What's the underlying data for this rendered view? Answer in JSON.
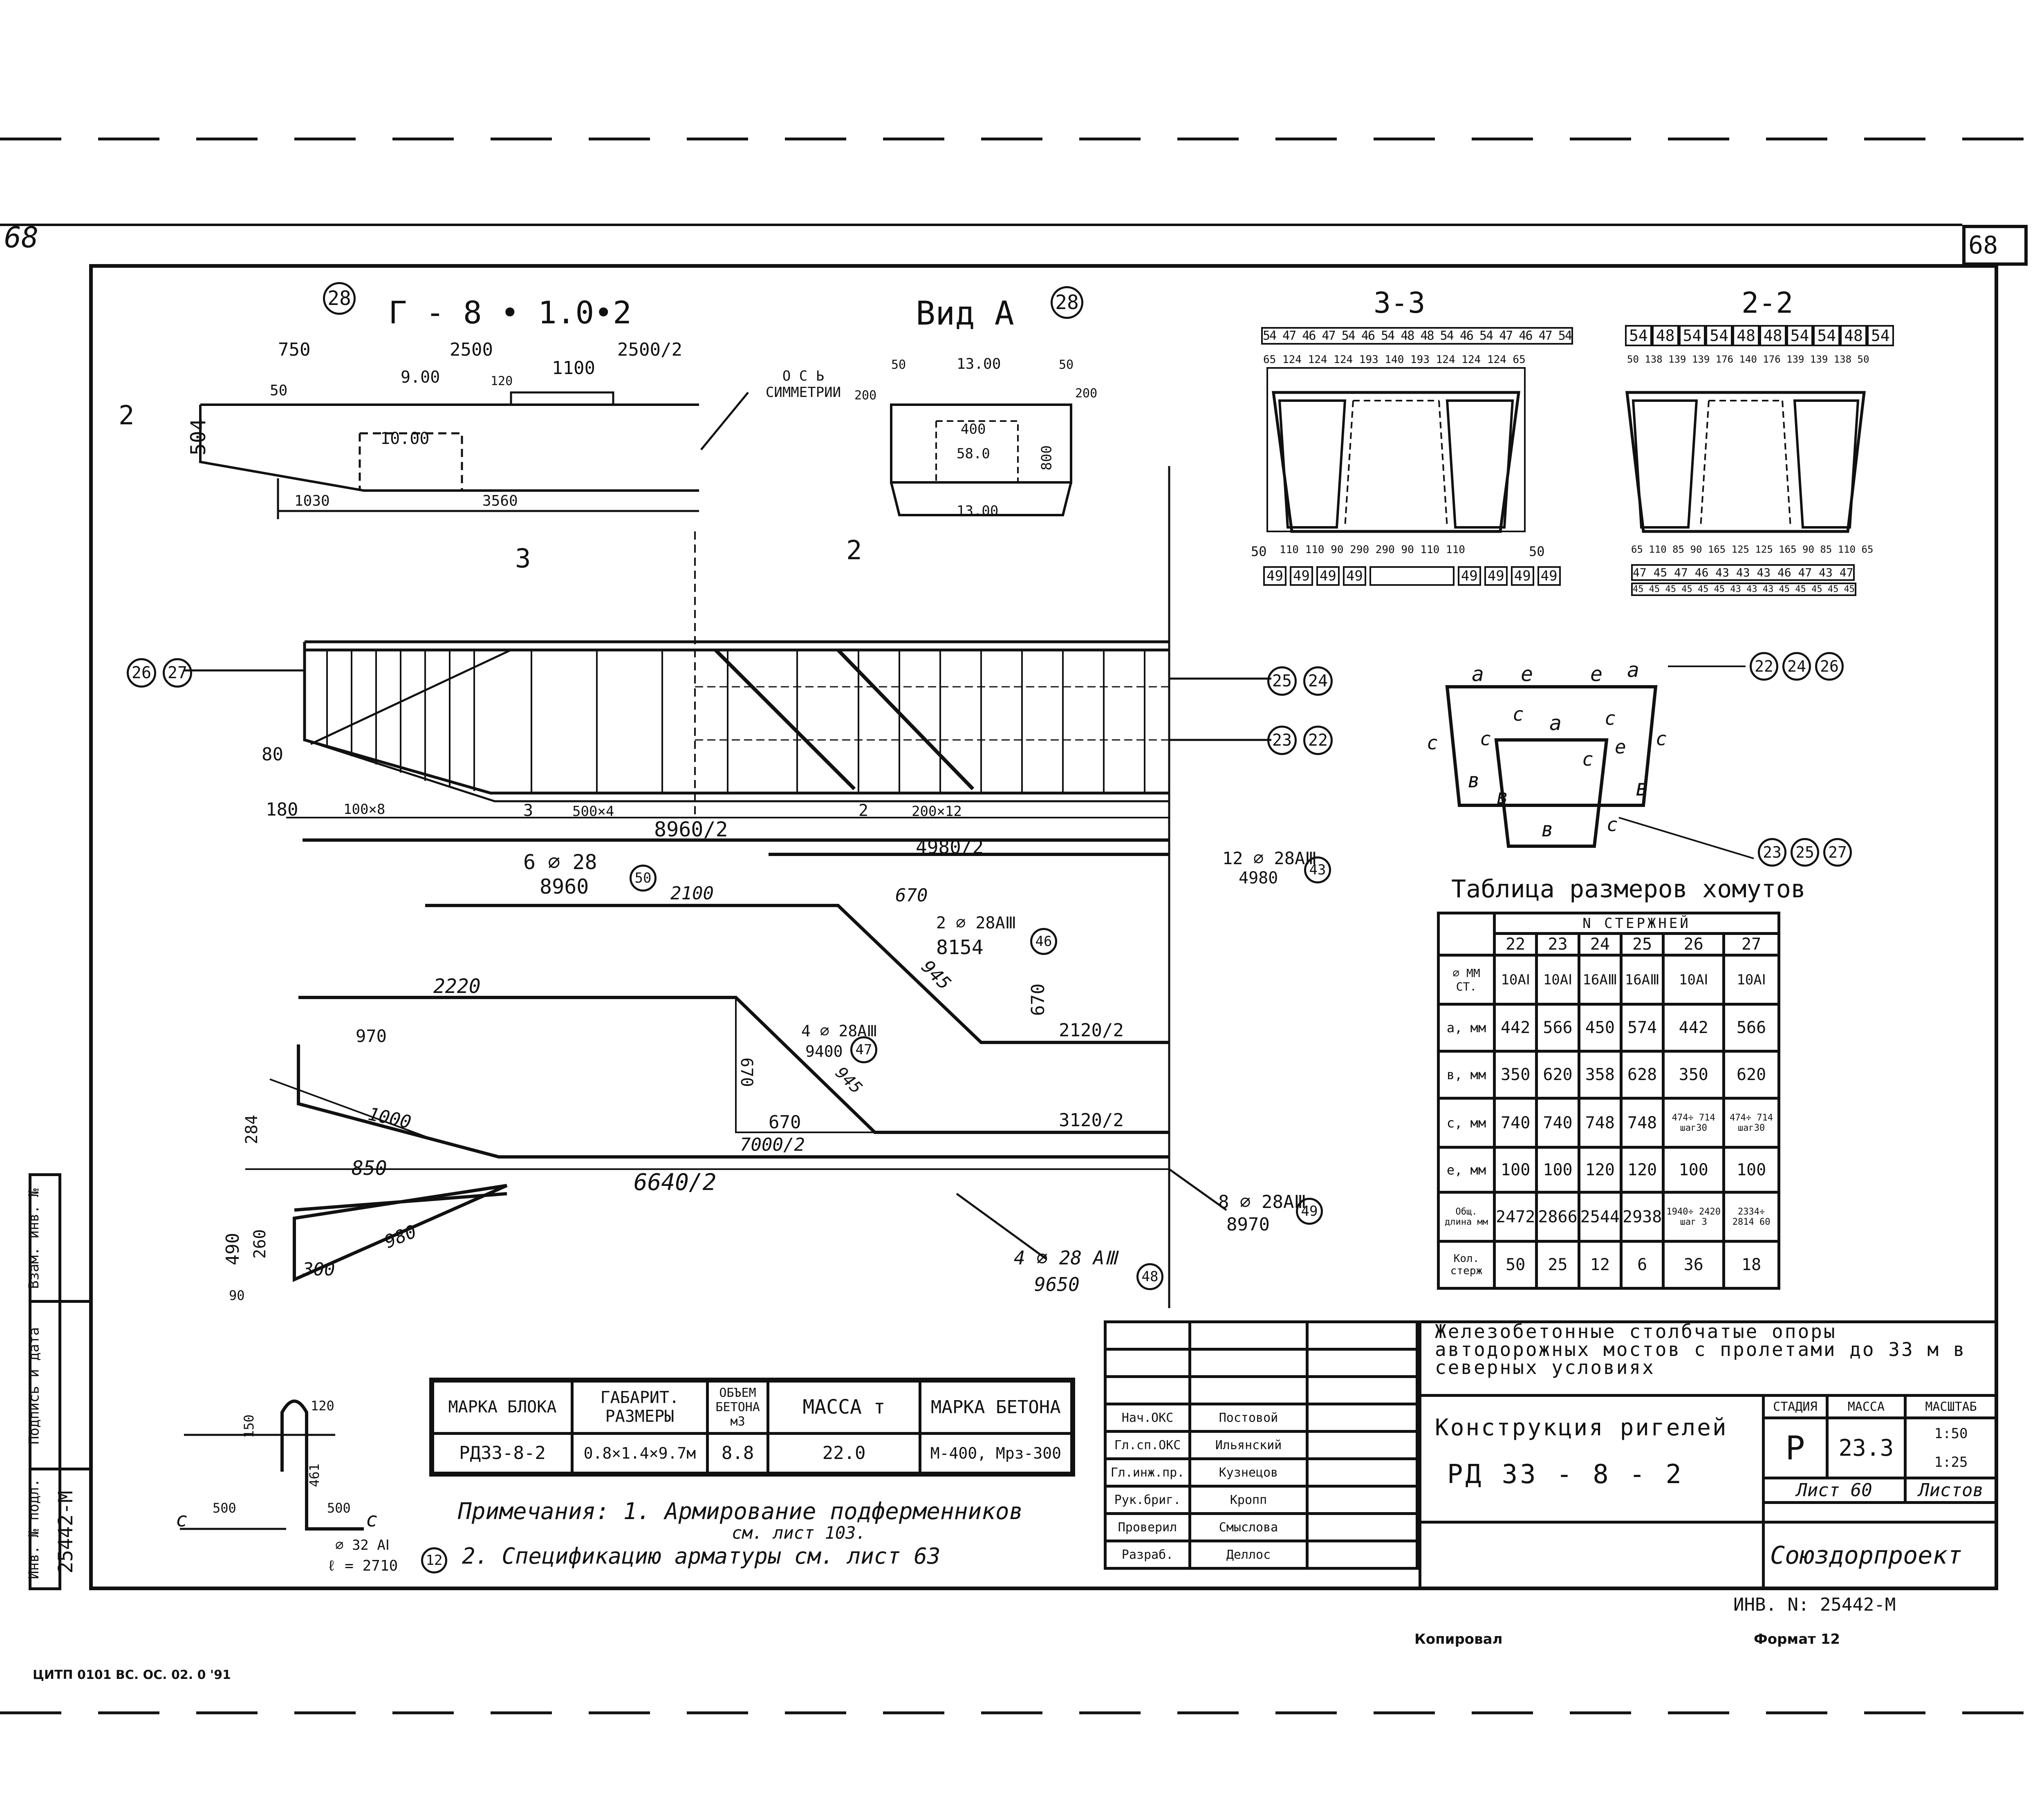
{
  "sheet": {
    "page_number_left": "68",
    "page_number_right": "68"
  },
  "main_elevation": {
    "title": "Г - 8 • 1.0•2",
    "callout_mark": "28",
    "dims": [
      "750",
      "2500",
      "2500/2",
      "1100",
      "9.00",
      "10.00",
      "50",
      "120",
      "1030",
      "3560",
      "504"
    ],
    "axis_label": "О С Ь СИММЕТРИИ"
  },
  "view_a": {
    "title": "Вид А",
    "callout_mark": "28",
    "dims": [
      "50",
      "13.00",
      "50",
      "200",
      "200",
      "400",
      "58.0",
      "800",
      "13.00"
    ]
  },
  "section_33": {
    "title": "3-3",
    "top_bars": "54 47 46 47 54 46 54 48 48 54 46 54 47 46 47 54",
    "top_spacing": "65 124 124 124 193 140 193 124 124 124 65",
    "bottom_left": "50",
    "bottom_spacing": "110 110 90 290 290 90 110 110",
    "bottom_right": "50",
    "bottom_bars": [
      "49",
      "49",
      "49",
      "49",
      "49",
      "49",
      "49",
      "49"
    ]
  },
  "section_22": {
    "title": "2-2",
    "top_bars": [
      "54",
      "48",
      "54",
      "54",
      "48",
      "48",
      "54",
      "54",
      "48",
      "54"
    ],
    "top_spacing": "50 138 139 139 176 140 176 139 139 138 50",
    "bottom_spacing": "65 110 85 90 165 125 125 165 90 85 110 65",
    "bottom_row_1": "47 45 47 46 43 43 43 46 47 43 47",
    "bottom_row_2": "45 45 45 45 45 45 43 43 43 45 45 45 45 45"
  },
  "plan": {
    "section_marks": [
      "3",
      "2",
      "2"
    ],
    "dims": [
      "80",
      "180",
      "100×8",
      "3",
      "500×4",
      "2",
      "200×12",
      "8960/2",
      "4980/2"
    ],
    "callouts_left": [
      "26",
      "27"
    ],
    "callouts_right_1": [
      "25",
      "24"
    ],
    "callouts_right_2": [
      "23",
      "22"
    ]
  },
  "bars": [
    {
      "label": "6 ⌀ 28",
      "length": "8960",
      "mark": "50"
    },
    {
      "label": "12 ⌀ 28АⅢ",
      "length": "4980",
      "mark": "43"
    },
    {
      "label": "2 ⌀ 28АⅢ",
      "length": "8154",
      "mark": "46"
    },
    {
      "label": "4 ⌀ 28АⅢ",
      "length": "9400",
      "mark": "47"
    },
    {
      "label": "8 ⌀ 28АⅢ",
      "length": "8970",
      "mark": "49"
    },
    {
      "label": "4 ⌀ 28 АⅢ",
      "length": "9650",
      "mark": "48"
    }
  ],
  "bent_bars": {
    "b46": [
      "2100",
      "670",
      "945",
      "670",
      "2120/2"
    ],
    "b47": [
      "2220",
      "970",
      "670",
      "945",
      "670",
      "3120/2",
      "7000/2",
      "1000",
      "284"
    ],
    "b48": [
      "850",
      "6640/2",
      "980",
      "300",
      "490",
      "260",
      "90"
    ]
  },
  "stirrup_sketch": {
    "labels": [
      "a",
      "e",
      "e",
      "a",
      "c",
      "c",
      "c",
      "a",
      "c",
      "e",
      "c",
      "c",
      "в",
      "в",
      "в",
      "c",
      "в"
    ],
    "callouts_top": [
      "22",
      "24",
      "26"
    ],
    "callouts_bottom": [
      "23",
      "25",
      "27"
    ]
  },
  "stirrup_table": {
    "title": "Таблица размеров хомутов",
    "group_header": "N СТЕРЖНЕЙ",
    "columns": [
      "22",
      "23",
      "24",
      "25",
      "26",
      "27"
    ],
    "rows": [
      {
        "label": "⌀ ММ СТ.",
        "cells": [
          "10АⅠ",
          "10АⅠ",
          "16АⅢ",
          "16АⅢ",
          "10АⅠ",
          "10АⅠ"
        ]
      },
      {
        "label": "a, мм",
        "cells": [
          "442",
          "566",
          "450",
          "574",
          "442",
          "566"
        ]
      },
      {
        "label": "в, мм",
        "cells": [
          "350",
          "620",
          "358",
          "628",
          "350",
          "620"
        ]
      },
      {
        "label": "c, мм",
        "cells": [
          "740",
          "740",
          "748",
          "748",
          "474÷ 714 шаг30",
          "474÷ 714 шаг30"
        ]
      },
      {
        "label": "e, мм",
        "cells": [
          "100",
          "100",
          "120",
          "120",
          "100",
          "100"
        ]
      },
      {
        "label": "Общ. длина мм",
        "cells": [
          "2472",
          "2866",
          "2544",
          "2938",
          "1940÷ 2420 шаг 3",
          "2334÷ 2814 60"
        ]
      },
      {
        "label": "Кол. стерж",
        "cells": [
          "50",
          "25",
          "12",
          "6",
          "36",
          "18"
        ]
      }
    ]
  },
  "hook_detail": {
    "dims": [
      "150",
      "120",
      "461",
      "500",
      "500",
      "с",
      "с"
    ],
    "bar": "⌀ 32 АⅠ",
    "length": "ℓ = 2710",
    "mark": "12"
  },
  "block_table": {
    "headers": [
      "МАРКА БЛОКА",
      "ГАБАРИТ. РАЗМЕРЫ",
      "ОБЪЕМ БЕТОНА м3",
      "МАССА т",
      "МАРКА БЕТОНА"
    ],
    "row": [
      "РД33-8-2",
      "0.8×1.4×9.7м",
      "8.8",
      "22.0",
      "М-400, Мрз-300"
    ]
  },
  "notes": {
    "line1": "Примечания: 1. Армирование подферменников",
    "line1b": "см. лист 103.",
    "line2": "2. Спецификацию арматуры см. лист 63"
  },
  "title_block": {
    "project": "Железобетонные столбчатые опоры автодорожных мостов с пролетами до 33 м в северных условиях",
    "drawing_title": "Конструкция ригелей",
    "drawing_code": "РД 33 - 8 - 2",
    "stage_label": "СТАДИЯ",
    "mass_label": "МАССА",
    "scale_label": "МАСШТАБ",
    "stage": "Р",
    "mass": "23.3",
    "scale_1": "1:50",
    "scale_2": "1:25",
    "sheet": "Лист 60",
    "sheets": "Листов",
    "org": "Союздорпроект",
    "roles": [
      "Нач.ОКС",
      "Гл.сп.ОКС",
      "Гл.инж.пр.",
      "Рук.бриг.",
      "Проверил",
      "Разраб."
    ],
    "names": [
      "Постовой",
      "Ильянский",
      "Кузнецов",
      "Кропп",
      "Смыслова",
      "Деллос"
    ],
    "inv_number": "ИНВ. N: 25442-М"
  },
  "side_stamp": {
    "labels": [
      "Инв. № подл.",
      "Подпись и дата",
      "Взам. инв. №"
    ],
    "inv": "25442-М"
  },
  "bottom": {
    "copied": "Копировал",
    "format": "Формат 12",
    "stamp": "ЦИТП 0101 ВС. ОС. 02. 0 '91"
  }
}
